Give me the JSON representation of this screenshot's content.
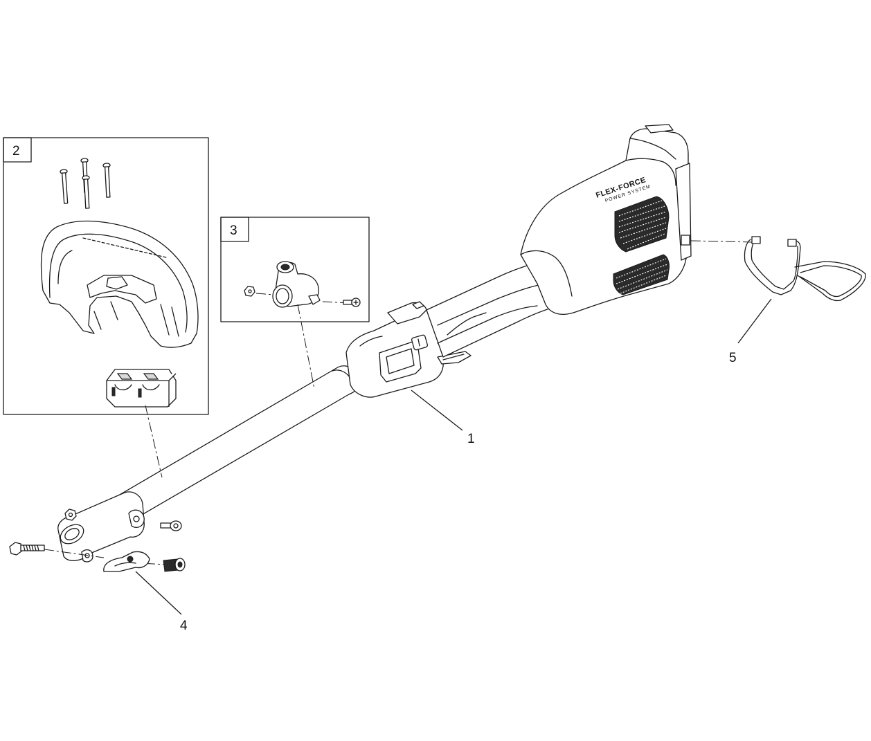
{
  "brand": {
    "logo_text": "FLEX-FORCE",
    "logo_subtext": "POWER SYSTEM"
  },
  "callouts": [
    {
      "id": "1",
      "label": "1"
    },
    {
      "id": "2",
      "label": "2"
    },
    {
      "id": "3",
      "label": "3"
    },
    {
      "id": "4",
      "label": "4"
    },
    {
      "id": "5",
      "label": "5"
    }
  ],
  "colors": {
    "line": "#1a1a1a",
    "background": "#ffffff"
  }
}
